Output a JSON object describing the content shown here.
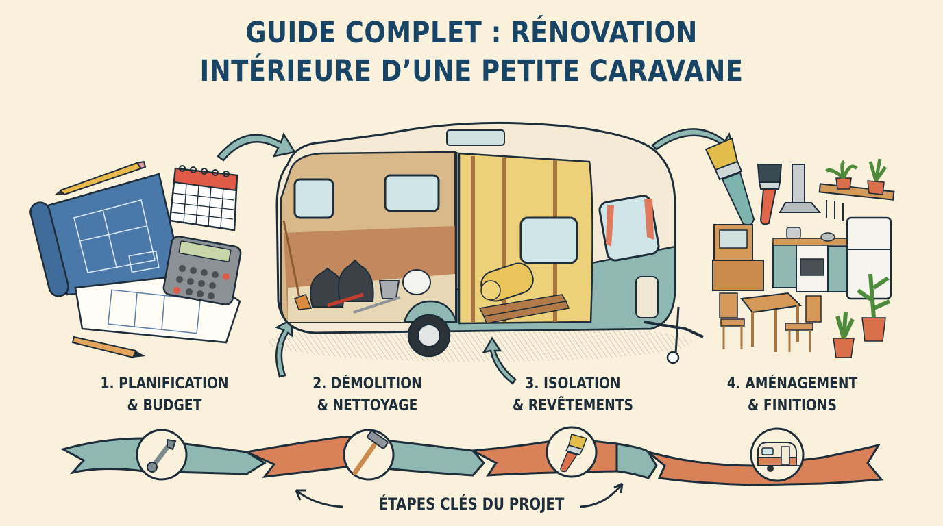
{
  "title": {
    "line1": "GUIDE COMPLET : RÉNOVATION",
    "line2": "INTÉRIEURE D’UNE PETITE CARAVANE"
  },
  "steps": [
    {
      "number": "1.",
      "line1": "1. PLANIFICATION",
      "line2": "& BUDGET",
      "illustration": "blueprint-calculator-calendar",
      "timeline_icon": "wrench-icon"
    },
    {
      "number": "2.",
      "line1": "2. DÉMOLITION",
      "line2": "& NETTOYAGE",
      "illustration": "caravan-demolition",
      "timeline_icon": "hammer-icon"
    },
    {
      "number": "3.",
      "line1": "3. ISOLATION",
      "line2": "& REVÊTEMENTS",
      "illustration": "caravan-insulation",
      "timeline_icon": "paintbrush-icon"
    },
    {
      "number": "4.",
      "line1": "4. AMÉNAGEMENT",
      "line2": "& FINITIONS",
      "illustration": "kitchen-furniture-plants",
      "timeline_icon": "caravan-icon"
    }
  ],
  "timeline": {
    "label": "ÉTAPES CLÉS DU PROJET"
  },
  "colors": {
    "background": "#faf1dc",
    "title": "#184566",
    "teal": "#8fb8b3",
    "orange": "#d9825a",
    "ink": "#1d2d3a",
    "blueprint": "#4a78a8"
  }
}
